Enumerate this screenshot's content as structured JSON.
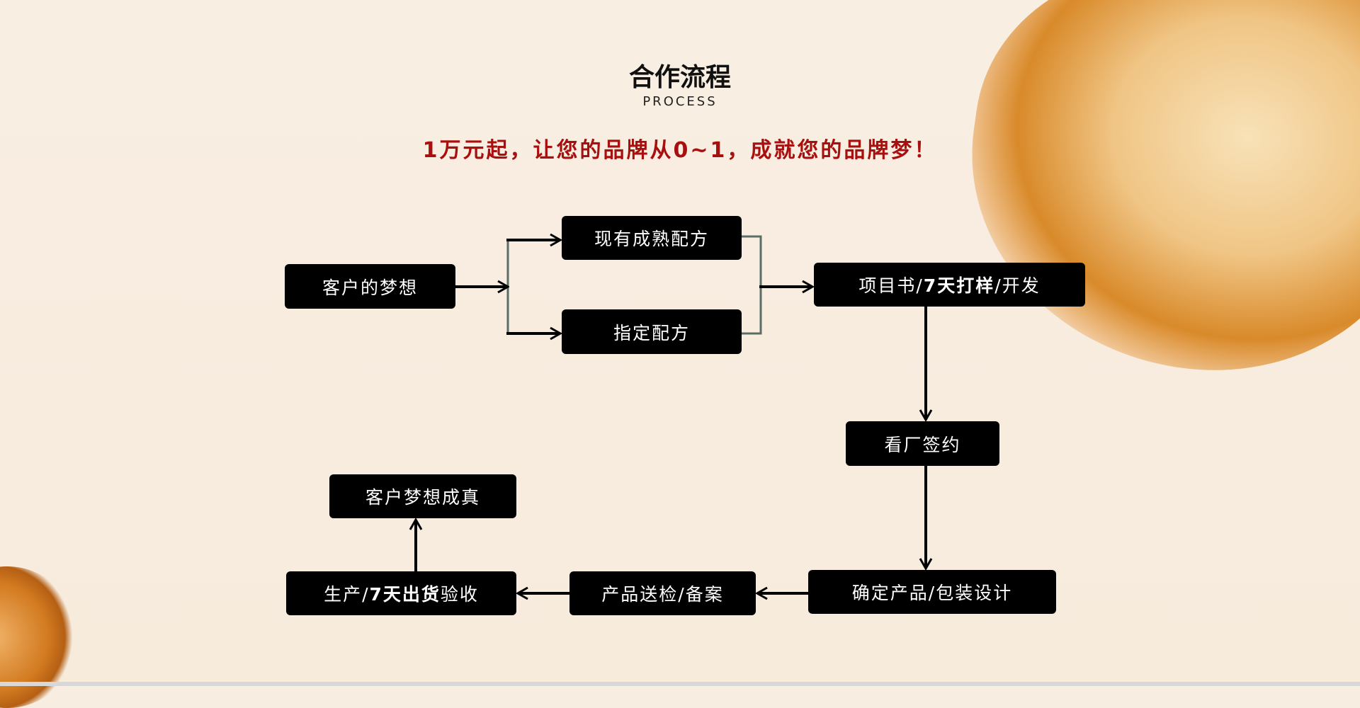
{
  "header": {
    "title": "合作流程",
    "subtitle": "PROCESS",
    "slogan": "1万元起，让您的品牌从0~1，成就您的品牌梦！"
  },
  "steps": {
    "dream": [
      {
        "t": "客户的梦想",
        "b": false
      }
    ],
    "mature": [
      {
        "t": "现有成熟配方",
        "b": false
      }
    ],
    "specified": [
      {
        "t": "指定配方",
        "b": false
      }
    ],
    "project": [
      {
        "t": "项目书/",
        "b": false
      },
      {
        "t": "7天打样",
        "b": true
      },
      {
        "t": "/开发",
        "b": false
      }
    ],
    "visit": [
      {
        "t": "看厂签约",
        "b": false
      }
    ],
    "design": [
      {
        "t": "确定产品/包装设计",
        "b": false
      }
    ],
    "inspect": [
      {
        "t": "产品送检/备案",
        "b": false
      }
    ],
    "produce": [
      {
        "t": "生产/",
        "b": false
      },
      {
        "t": "7天出货",
        "b": true
      },
      {
        "t": "验收",
        "b": false
      }
    ],
    "done": [
      {
        "t": "客户梦想成真",
        "b": false
      }
    ]
  },
  "colors": {
    "accent": "#a80f0f",
    "connector": "#5a6e66"
  }
}
